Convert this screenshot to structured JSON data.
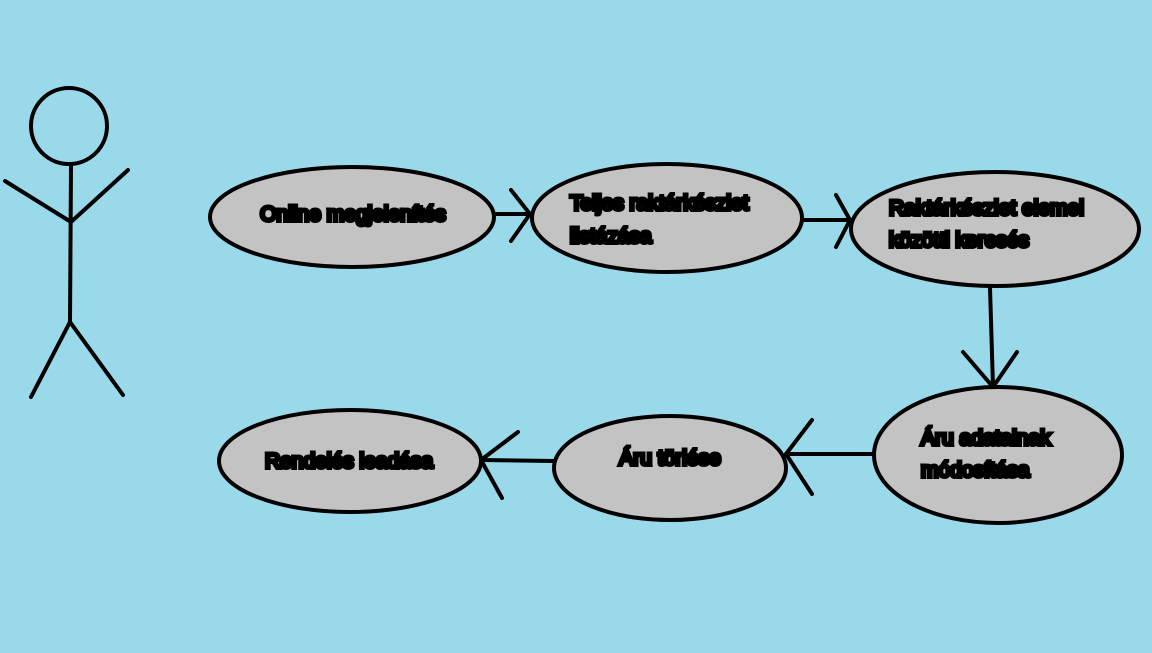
{
  "diagram": {
    "background_color": "#99d9ea",
    "node_fill": "#c3c3c3",
    "stroke_color": "#000000",
    "nodes": [
      {
        "id": "online",
        "lines": [
          "Online megjelenítés"
        ]
      },
      {
        "id": "listing",
        "lines": [
          "Teljes raktárkészlet",
          "listázása"
        ]
      },
      {
        "id": "search",
        "lines": [
          "Raktárkészlet elemei",
          "közötti keresés"
        ]
      },
      {
        "id": "modify",
        "lines": [
          "Áru adatainak",
          "módosítása"
        ]
      },
      {
        "id": "delete",
        "lines": [
          "Áru törlése"
        ]
      },
      {
        "id": "order",
        "lines": [
          "Rendelés leadása"
        ]
      }
    ],
    "edges": [
      {
        "from": "online",
        "to": "listing"
      },
      {
        "from": "listing",
        "to": "search"
      },
      {
        "from": "search",
        "to": "modify"
      },
      {
        "from": "modify",
        "to": "delete"
      },
      {
        "from": "delete",
        "to": "order"
      }
    ],
    "actor": {
      "icon": "stick-figure-icon"
    }
  }
}
